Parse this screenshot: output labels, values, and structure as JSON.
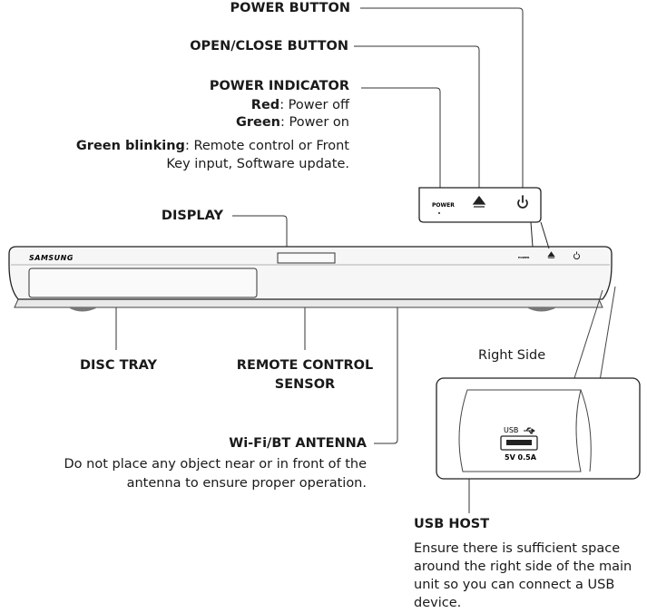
{
  "labels": {
    "power_button": "POWER BUTTON",
    "open_close_button": "OPEN/CLOSE BUTTON",
    "power_indicator": {
      "title": "POWER INDICATOR",
      "red_key": "Red",
      "red_text": ": Power off",
      "green_key": "Green",
      "green_text": ": Power on",
      "blink_key": "Green blinking",
      "blink_text": ": Remote control or Front",
      "blink_text2": "Key input, Software update."
    },
    "display": "DISPLAY",
    "disc_tray": "DISC TRAY",
    "remote_sensor_line1": "REMOTE CONTROL",
    "remote_sensor_line2": "SENSOR",
    "antenna": {
      "title": "Wi-Fi/BT ANTENNA",
      "note_line1": "Do not place any object near or in front of the",
      "note_line2": "antenna to ensure proper operation."
    },
    "right_side": "Right Side",
    "usb_host": {
      "title": "USB HOST",
      "note_line1": "Ensure there is sufficient space",
      "note_line2": "around the right side of the main",
      "note_line3": "unit so you can connect a USB",
      "note_line4": "device."
    }
  },
  "device": {
    "brand": "SAMSUNG",
    "panel_power_label": "POWER",
    "usb_label": "USB",
    "usb_rating": "5V 0.5A"
  },
  "icons": [
    "eject-icon",
    "power-icon",
    "usb-icon"
  ]
}
